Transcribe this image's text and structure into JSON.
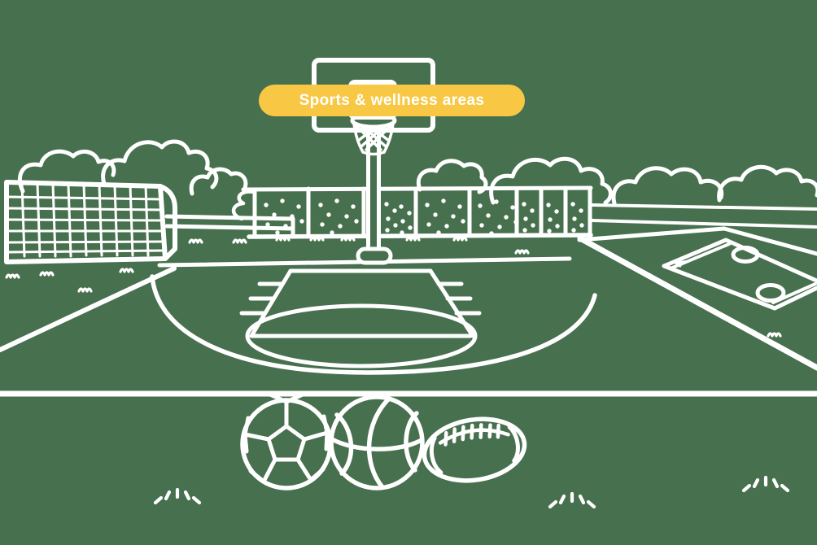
{
  "banner": {
    "label": "Sports & wellness areas"
  },
  "colors": {
    "background": "#47704E",
    "line_art": "#FFFFFF",
    "banner_background": "#F8C845",
    "banner_text": "#FFFFFF"
  },
  "illustration": {
    "description": "White line-art illustration of an outdoor sports and wellness area",
    "elements": [
      {
        "name": "trees-and-bushes"
      },
      {
        "name": "soccer-goal"
      },
      {
        "name": "hedge-fence"
      },
      {
        "name": "basketball-hoop"
      },
      {
        "name": "basketball-court"
      },
      {
        "name": "baseball-field"
      },
      {
        "name": "ground-line"
      },
      {
        "name": "soccer-ball-icon"
      },
      {
        "name": "basketball-icon"
      },
      {
        "name": "american-football-icon"
      },
      {
        "name": "grass-tufts"
      }
    ]
  }
}
